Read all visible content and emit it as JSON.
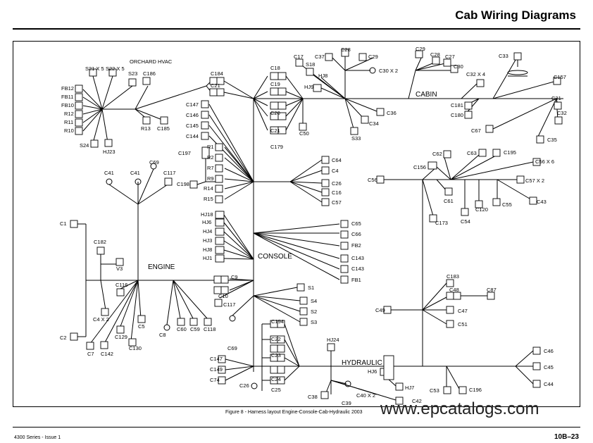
{
  "header": {
    "title": "Cab Wiring Diagrams"
  },
  "caption": "Figure 8 - Harness layout Engine-Console-Cab-Hydraulic 2003",
  "watermark": "www.epcatalogs.com",
  "footer": {
    "left": "4300 Series - Issue 1",
    "right": "10B–23"
  },
  "sections": {
    "orchard": "ORCHARD HVAC",
    "engine": "ENGINE",
    "console": "CONSOLE",
    "cabin": "CABIN",
    "hydraulic": "HYDRAULIC"
  },
  "labels": {
    "fb12": "FB12",
    "fb11": "FB11",
    "fb10": "FB10",
    "r12": "R12",
    "r11": "R11",
    "r10": "R10",
    "s21": "S21 X 5",
    "s22": "S22 X 5",
    "s23": "S23",
    "c186": "C186",
    "r13": "R13",
    "c185": "C185",
    "s24": "S24",
    "hj23": "HJ23",
    "c184": "C184",
    "c21": "C21",
    "c147a": "C147",
    "c146": "C146",
    "c145": "C145",
    "c144": "C144",
    "c197": "C197",
    "c198": "C198",
    "r1": "R1",
    "r2": "R2",
    "r7": "R7",
    "r9": "R9",
    "r14": "R14",
    "r15": "R15",
    "c41a": "C41",
    "c41b": "C41",
    "c69": "C69",
    "c117a": "C117",
    "c1": "C1",
    "c182": "C182",
    "v3": "V3",
    "c116": "C116",
    "c4x2": "C4 X 2",
    "c2": "C2",
    "c7": "C7",
    "c142": "C142",
    "c129": "C129",
    "c130": "C130",
    "c5": "C5",
    "c8": "C8",
    "c60": "C60",
    "c59": "C59",
    "c118": "C118",
    "c9": "C9",
    "c10": "C10",
    "c117b": "C117",
    "c69b": "C69",
    "hj18": "HJ18",
    "hj6": "HJ6",
    "hj4": "HJ4",
    "hj3": "HJ3",
    "hj8": "HJ8",
    "hj1": "HJ1",
    "c18": "C18",
    "c19": "C19",
    "c20": "C20",
    "c21b": "C21",
    "c179": "C179",
    "c64": "C64",
    "c4": "C4",
    "c26": "C26",
    "c16": "C16",
    "c57": "C57",
    "c65": "C65",
    "c66": "C66",
    "fb2": "FB2",
    "c143a": "C143",
    "c143b": "C143",
    "fb1": "FB1",
    "s1": "S1",
    "s4": "S4",
    "s2": "S2",
    "s3": "S3",
    "c194": "C194",
    "c22": "C22",
    "c23": "C23",
    "c24": "C24",
    "c25": "C25",
    "c147b": "C147",
    "c149": "C149",
    "c74": "C74",
    "c26b": "C26",
    "hj24": "HJ24",
    "hj6b": "HJ6",
    "hj7": "HJ7",
    "c38": "C38",
    "c40x2": "C40 X 2",
    "c39": "C39",
    "c42": "C42",
    "c17": "C17",
    "c37": "C37",
    "s18": "S18",
    "hj8b": "HJ8",
    "hj9": "HJ9",
    "c28a": "C28",
    "c29a": "C29",
    "c30x2": "C30 X 2",
    "c50": "C50",
    "c34": "C34",
    "c36a": "C36",
    "s33": "S33",
    "c29b": "C29",
    "c28b": "C28",
    "c27": "C27",
    "c30b": "C30",
    "c33": "C33",
    "c32x4": "C32 X 4",
    "c157": "C157",
    "c31": "C31",
    "c32": "C32",
    "c181": "C181",
    "c180": "C180",
    "c67": "C67",
    "c35": "C35",
    "c56": "C56",
    "c156": "C156",
    "c62": "C62",
    "c63": "C63",
    "c195": "C195",
    "c56x6": "C56 X 6",
    "c57x2": "C57 X 2",
    "c61": "C61",
    "c173": "C173",
    "c54": "C54",
    "c120": "C120",
    "c55": "C55",
    "c43": "C43",
    "c183": "C183",
    "c48": "C48",
    "c87": "C87",
    "c47": "C47",
    "c49": "C49",
    "c51": "C51",
    "c46a": "C46",
    "c45": "C45",
    "c44": "C44",
    "c53": "C53",
    "c196": "C196"
  }
}
